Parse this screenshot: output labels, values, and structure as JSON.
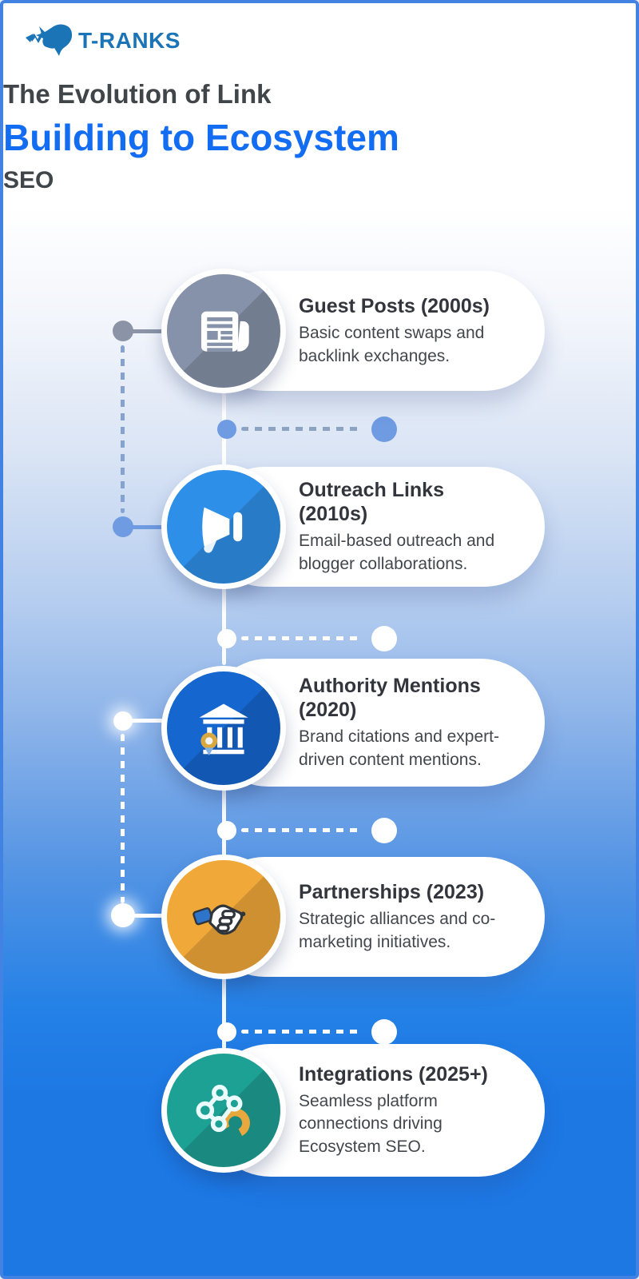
{
  "logo": {
    "text": "T-RANKS"
  },
  "title": {
    "line1": "The Evolution of Link",
    "line2": "Building to Ecosystem",
    "line3": "SEO"
  },
  "timeline": {
    "items": [
      {
        "title": "Guest Posts (2000s)",
        "description": "Basic content swaps and backlink exchanges.",
        "icon": "newspaper-icon",
        "color": "#8692a9"
      },
      {
        "title": "Outreach Links (2010s)",
        "description": "Email-based outreach and blogger collaborations.",
        "icon": "megaphone-icon",
        "color": "#2e8fe8"
      },
      {
        "title": "Authority Mentions (2020)",
        "description": "Brand citations and expert-driven content mentions.",
        "icon": "bank-icon",
        "color": "#1567cf"
      },
      {
        "title": "Partnerships (2023)",
        "description": "Strategic alliances and co-marketing initiatives.",
        "icon": "handshake-icon",
        "color": "#f0a838"
      },
      {
        "title": "Integrations (2025+)",
        "description": "Seamless platform connections driving Ecosystem SEO.",
        "icon": "network-icon",
        "color": "#1ea195"
      }
    ]
  },
  "colors": {
    "accent_blue": "#136df2",
    "logo_blue": "#1b74b6",
    "heading_dark": "#40454a",
    "background_bottom": "#1d78e4",
    "rail_gray": "#8b94a6",
    "rail_blue": "#6f9be2",
    "card_white": "#ffffff",
    "gold": "#e9a83e"
  }
}
